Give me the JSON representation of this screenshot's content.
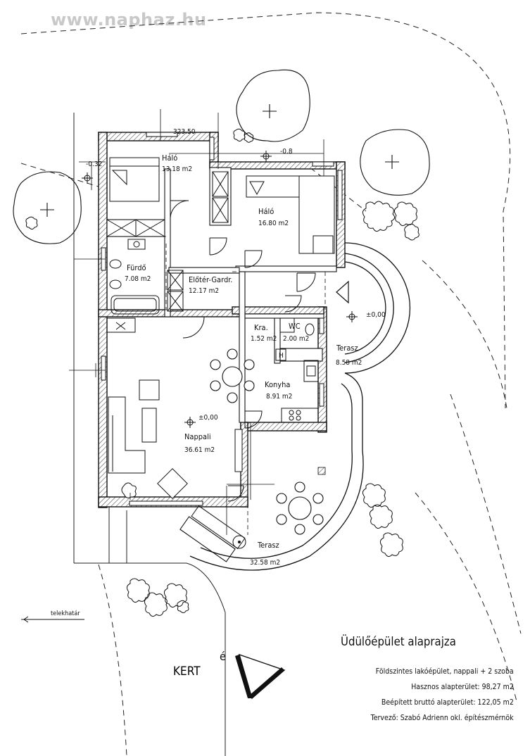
{
  "watermark": "www.naphaz.hu",
  "rooms": {
    "halo1": {
      "name": "Háló",
      "area": "13.18 m2"
    },
    "halo2": {
      "name": "Háló",
      "area": "16.80 m2"
    },
    "furdo": {
      "name": "Fürdő",
      "area": "7.08 m2"
    },
    "eloter": {
      "name": "Előtér-Gardr.",
      "area": "12.17 m2"
    },
    "kamra": {
      "name": "Kra.",
      "area": "1.52 m2"
    },
    "wc": {
      "name": "WC",
      "area": "2.00 m2"
    },
    "terasz1": {
      "name": "Terasz",
      "area": "8.58 m2"
    },
    "konyha": {
      "name": "Konyha",
      "area": "8.91 m2"
    },
    "nappali": {
      "name": "Nappali",
      "area": "36.61 m2"
    },
    "terasz2": {
      "name": "Terasz",
      "area": "32.58 m2"
    }
  },
  "levels": {
    "roof_height": "323.50",
    "level_a": "-0.32",
    "level_b": "-0.8",
    "level_c": "±0,00",
    "level_d": "±0,00"
  },
  "hood_label": "H",
  "boundary_label": "telekhatár",
  "garden_label": "KERT",
  "north_label": "é",
  "title_block": {
    "title": "Üdülőépület alaprajza",
    "line1": "Földszintes lakóépület, nappali + 2 szoba",
    "line2": "Hasznos alapterület: 98,27 m2",
    "line3": "Beépített bruttó alapterület: 122,05 m2",
    "line4": "Tervező: Szabó Adrienn okl. építészmérnök"
  }
}
